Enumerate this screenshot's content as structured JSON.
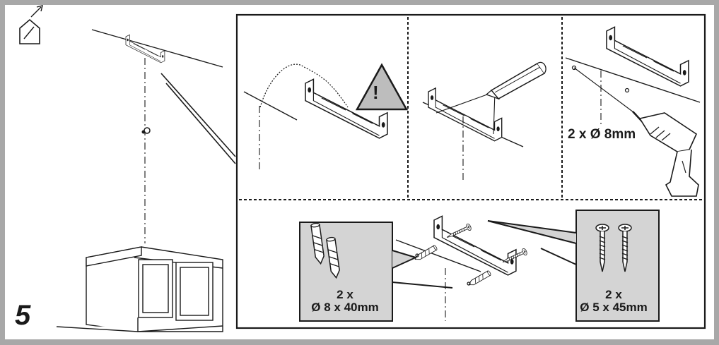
{
  "step_number": "5",
  "drill_label": "2 x Ø 8mm",
  "wall_plugs": {
    "count": "2 x",
    "size": "Ø 8 x 40mm"
  },
  "screws": {
    "count": "2 x",
    "size": "Ø 5 x 45mm"
  },
  "warning_symbol": "!",
  "icons": [
    "house-install-icon",
    "warning-triangle-icon",
    "pencil-icon",
    "drill-icon"
  ],
  "colors": {
    "frame": "#a8a8a8",
    "callout_fill": "#d4d4d4",
    "warning_fill": "#bdbdbd",
    "line": "#1a1a1a"
  }
}
